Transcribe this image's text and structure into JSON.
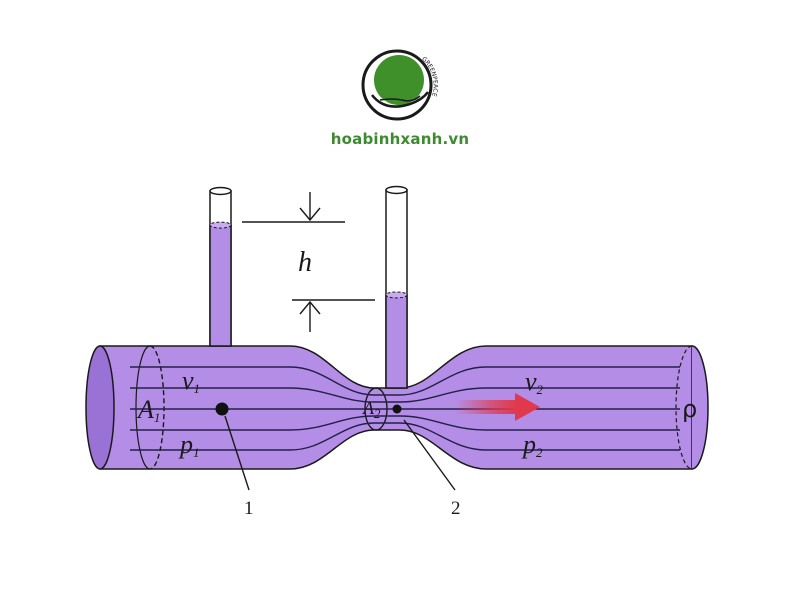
{
  "site": {
    "text": "hoabinhxanh.vn",
    "logo_word": "GREENPEACE"
  },
  "labels": {
    "h": "h",
    "v": "v",
    "v1_sub": "1",
    "v2_sub": "2",
    "A": "A",
    "A1_sub": "1",
    "A2_sub": "2",
    "p": "p",
    "p1_sub": "1",
    "p2_sub": "2",
    "rho": "ρ",
    "point1": "1",
    "point2": "2"
  },
  "colors": {
    "fluid": "#b48ee6",
    "fluid_dark": "#9a72d6",
    "outline": "#1a1a1a",
    "streamline": "#23204a",
    "arrow": "#e0394d",
    "logo_green": "#3f8f2a",
    "text_green": "#3d8b2f"
  },
  "readings": {
    "tube1_level": 0.78,
    "tube2_level": 0.47
  }
}
